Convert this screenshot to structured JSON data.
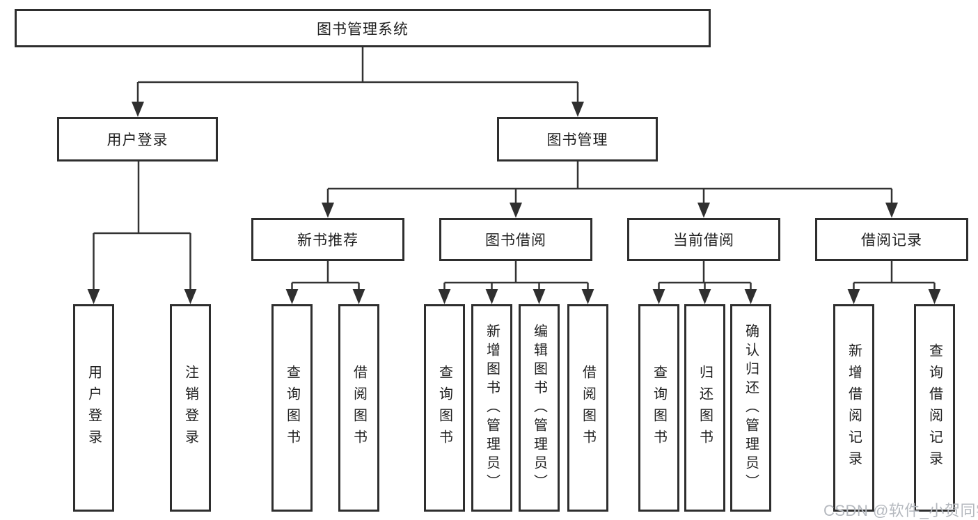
{
  "nodes": {
    "root": "图书管理系统",
    "user_login": "用户登录",
    "book_mgmt": "图书管理",
    "new_book_rec": "新书推荐",
    "book_borrow": "图书借阅",
    "current_borrow": "当前借阅",
    "borrow_record": "借阅记录",
    "leaf_user_login": "用户登录",
    "leaf_logout": "注销登录",
    "leaf_nbr_query_book": "查询图书",
    "leaf_nbr_borrow_book": "借阅图书",
    "leaf_bb_query_book": "查询图书",
    "leaf_bb_add_book": "新增图书（管理员）",
    "leaf_bb_edit_book": "编辑图书（管理员）",
    "leaf_bb_borrow_book": "借阅图书",
    "leaf_cb_query_book": "查询图书",
    "leaf_cb_return_book": "归还图书",
    "leaf_cb_confirm_return": "确认归还（管理员）",
    "leaf_br_add_record": "新增借阅记录",
    "leaf_br_query_record": "查询借阅记录"
  },
  "colors": {
    "line": "#333333",
    "box_border": "#2e2e2e",
    "text": "#1f1f1f",
    "watermark": "#b5b9bf",
    "background": "#ffffff"
  },
  "watermark": "CSDN @软件_小贺同学"
}
